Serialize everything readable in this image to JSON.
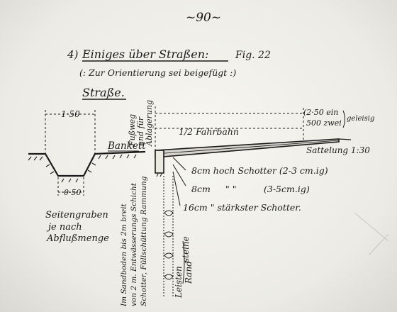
{
  "page_number": "~90~",
  "heading": {
    "number": "4)",
    "title": "Einiges über Straßen:",
    "fig": "Fig. 22",
    "subtitle": "(: Zur Orientierung sei beigefügt :)",
    "section": "Straße."
  },
  "dimensions": {
    "ditch_width": "1·50",
    "ditch_bottom": "0·50",
    "right_note_line1": "(2·50 ein",
    "right_note_line2": "500 zwei",
    "right_note_geleisig": "geleisig",
    "half_roadway": "1/2 Fahrbahn"
  },
  "labels": {
    "bankett": "Bankett",
    "fussweg": "Fußweg",
    "fussweg2": "und für",
    "fussweg3": "Ablagerung",
    "sattelung": "Sattelung 1:30",
    "layer1": "8cm hoch Schotter (2-3 cm.ig)",
    "layer2_a": "8cm",
    "layer2_b": "\"  \"",
    "layer2_c": "(3-5cm.ig)",
    "layer3": "16cm   \"  stärkster Schotter.",
    "seitengraben1": "Seitengraben",
    "seitengraben2": "je nach",
    "seitengraben3": "Abflußmenge",
    "leisten1": "Leisten",
    "leisten2": "Rand",
    "leisten3": "steine",
    "vertical_note1": "Im Sandboden bis 2m breit",
    "vertical_note2": "von 2 m. Entwässerungs Schicht",
    "vertical_note3": "Schotter, Füllschüttung Rammung"
  }
}
